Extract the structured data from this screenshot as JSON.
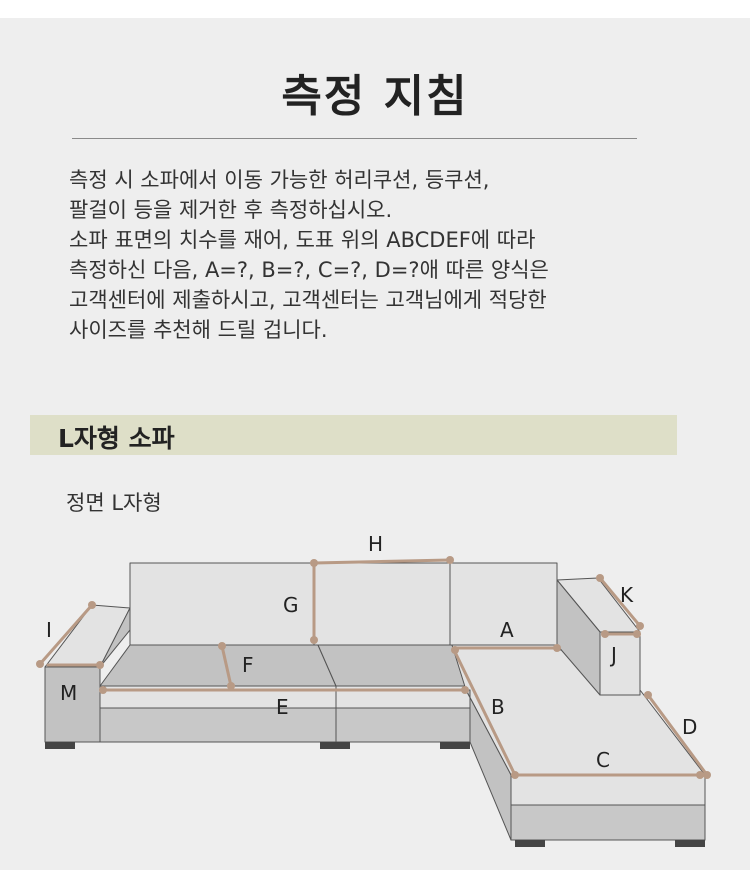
{
  "title": "측정 지침",
  "description": [
    "측정 시 소파에서 이동 가능한 허리쿠션, 등쿠션,",
    "팔걸이 등을 제거한 후 측정하십시오.",
    "소파 표면의 치수를 재어, 도표 위의 ABCDEF에 따라",
    "측정하신 다음, A=?, B=?, C=?, D=?애 따른 양식은",
    "고객센터에 제출하시고, 고객센터는 고객님에게 적당한",
    "사이즈를 추천해 드릴 겁니다."
  ],
  "section_title": "L자형 소파",
  "diagram_caption": "정면 L자형",
  "labels": {
    "a": "A",
    "b": "B",
    "c": "C",
    "d": "D",
    "e": "E",
    "f": "F",
    "g": "G",
    "h": "H",
    "i": "I",
    "j": "J",
    "k": "K",
    "m": "M"
  },
  "colors": {
    "measure_line": "#b89a85",
    "sofa_dark": "#9e9e9e",
    "sofa_mid": "#c2c2c2",
    "sofa_light": "#e3e3e3",
    "outline": "#555555"
  }
}
